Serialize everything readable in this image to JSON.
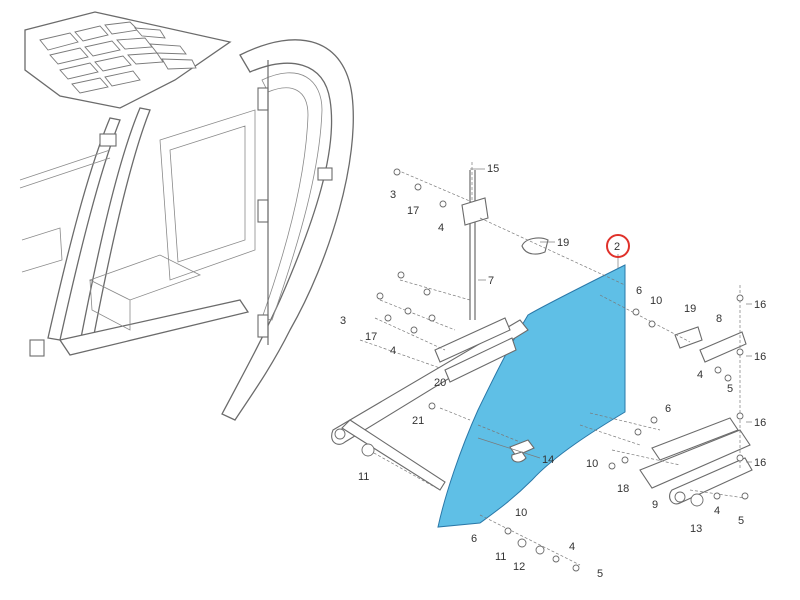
{
  "diagram": {
    "highlight_color": "#e0312a",
    "glass_fill": "#5fbfe6",
    "glass_stroke": "#2a78a8",
    "selected_label": "2",
    "labels": [
      {
        "id": "l15",
        "text": "15"
      },
      {
        "id": "l3a",
        "text": "3"
      },
      {
        "id": "l17a",
        "text": "17"
      },
      {
        "id": "l4a",
        "text": "4"
      },
      {
        "id": "l19a",
        "text": "19"
      },
      {
        "id": "l2",
        "text": "2"
      },
      {
        "id": "l7",
        "text": "7"
      },
      {
        "id": "l6a",
        "text": "6"
      },
      {
        "id": "l10a",
        "text": "10"
      },
      {
        "id": "l19b",
        "text": "19"
      },
      {
        "id": "l8",
        "text": "8"
      },
      {
        "id": "l16a",
        "text": "16"
      },
      {
        "id": "l16b",
        "text": "16"
      },
      {
        "id": "l4b",
        "text": "4"
      },
      {
        "id": "l5a",
        "text": "5"
      },
      {
        "id": "l3b",
        "text": "3"
      },
      {
        "id": "l17b",
        "text": "17"
      },
      {
        "id": "l4c",
        "text": "4"
      },
      {
        "id": "l20",
        "text": "20"
      },
      {
        "id": "l21",
        "text": "21"
      },
      {
        "id": "l14",
        "text": "14"
      },
      {
        "id": "l6b",
        "text": "6"
      },
      {
        "id": "l16c",
        "text": "16"
      },
      {
        "id": "l16d",
        "text": "16"
      },
      {
        "id": "l11a",
        "text": "11"
      },
      {
        "id": "l10b",
        "text": "10"
      },
      {
        "id": "l18",
        "text": "18"
      },
      {
        "id": "l9",
        "text": "9"
      },
      {
        "id": "l4d",
        "text": "4"
      },
      {
        "id": "l13",
        "text": "13"
      },
      {
        "id": "l5b",
        "text": "5"
      },
      {
        "id": "l10c",
        "text": "10"
      },
      {
        "id": "l6c",
        "text": "6"
      },
      {
        "id": "l11b",
        "text": "11"
      },
      {
        "id": "l4e",
        "text": "4"
      },
      {
        "id": "l12",
        "text": "12"
      },
      {
        "id": "l5c",
        "text": "5"
      }
    ]
  }
}
